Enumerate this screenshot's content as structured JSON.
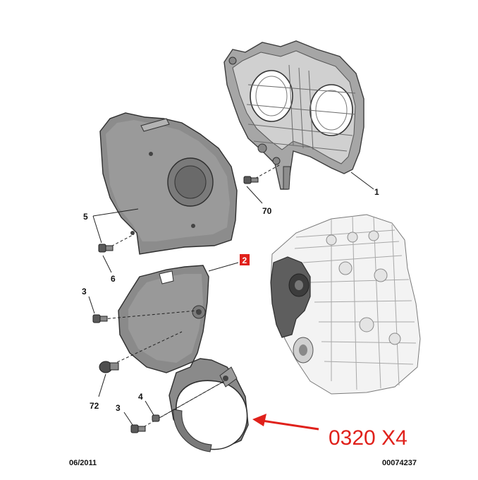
{
  "callouts": {
    "part_1": "1",
    "part_2": "2",
    "part_3_upper": "3",
    "part_3_lower": "3",
    "part_4": "4",
    "part_5": "5",
    "part_6": "6",
    "part_70": "70",
    "part_72": "72"
  },
  "footer": {
    "date": "06/2011",
    "ref_number": "00074237"
  },
  "annotation": {
    "text": "0320 X4",
    "color": "#e0211b"
  },
  "highlight": {
    "color": "#e0211b",
    "target_part": "2"
  }
}
